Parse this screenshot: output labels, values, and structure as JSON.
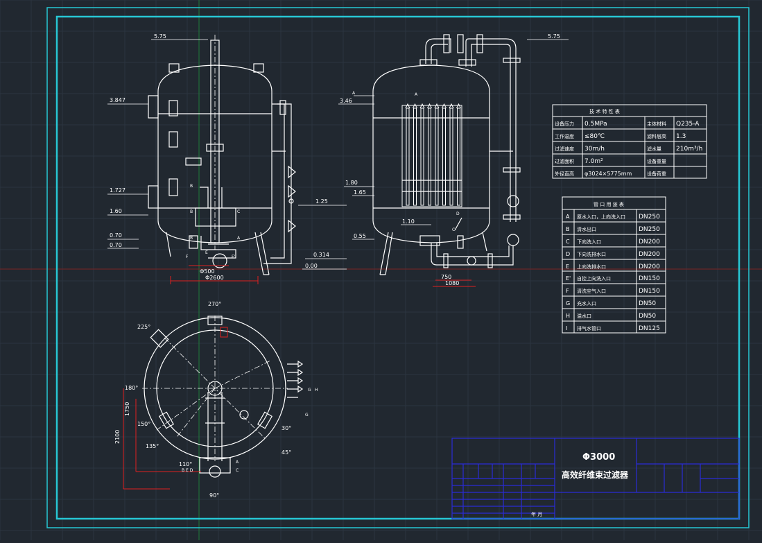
{
  "drawing": {
    "title_main": "Φ3000",
    "title_sub": "高效纤维束过滤器",
    "date_label": "年 月"
  },
  "elevations_left": {
    "levels": [
      "5.75",
      "3.847",
      "1.727",
      "1.60",
      "0.70",
      "0.70",
      "1.25",
      "0.314",
      "0.00"
    ],
    "dims": [
      "Φ500",
      "Φ2600"
    ],
    "nozzles": [
      "A",
      "B",
      "B",
      "B",
      "C",
      "E",
      "E'",
      "F"
    ]
  },
  "elevations_right": {
    "levels": [
      "5.75",
      "3.46",
      "1.80",
      "1.65",
      "1.10",
      "0.55"
    ],
    "dims": [
      "750",
      "1080"
    ],
    "nozzles": [
      "A",
      "A",
      "C",
      "D"
    ]
  },
  "plan_view": {
    "angles": [
      "270°",
      "225°",
      "180°",
      "150°",
      "135°",
      "110°",
      "90°",
      "30°",
      "45°"
    ],
    "dims": [
      "1750",
      "2100"
    ],
    "nozzles": [
      "G",
      "H",
      "G",
      "B E D",
      "A",
      "C"
    ]
  },
  "tech_table": {
    "title": "技 术 特 性 表",
    "rows": [
      [
        "设备压力",
        "0.5MPa",
        "主体材料",
        "Q235-A"
      ],
      [
        "工作温度",
        "≤80℃",
        "滤料层高",
        "1.3"
      ],
      [
        "过滤速度",
        "30m/h",
        "滤水量",
        "210m³/h"
      ],
      [
        "过滤面积",
        "7.0m²",
        "设备重量",
        ""
      ],
      [
        "外径直高",
        "φ3024×5775mm",
        "设备荷重",
        ""
      ]
    ]
  },
  "nozzle_table": {
    "title": "管 口 用 途 表",
    "rows": [
      [
        "A",
        "原水入口，上向洗入口",
        "DN250"
      ],
      [
        "B",
        "清水出口",
        "DN250"
      ],
      [
        "C",
        "下向洗入口",
        "DN200"
      ],
      [
        "D",
        "下向洗排水口",
        "DN200"
      ],
      [
        "E",
        "上向洗排水口",
        "DN200"
      ],
      [
        "E'",
        "自控上向洗入口",
        "DN150"
      ],
      [
        "F",
        "清洗空气入口",
        "DN150"
      ],
      [
        "G",
        "充水入口",
        "DN50"
      ],
      [
        "H",
        "溢水口",
        "DN50"
      ],
      [
        "I",
        "排气水管口",
        "DN125"
      ]
    ]
  },
  "colors": {
    "background": "#212830",
    "frame": "#27c7d4",
    "lines": "#ffffff",
    "title_block": "#2b2bd6",
    "dimension": "#e02020",
    "grid": "#2c3540"
  }
}
